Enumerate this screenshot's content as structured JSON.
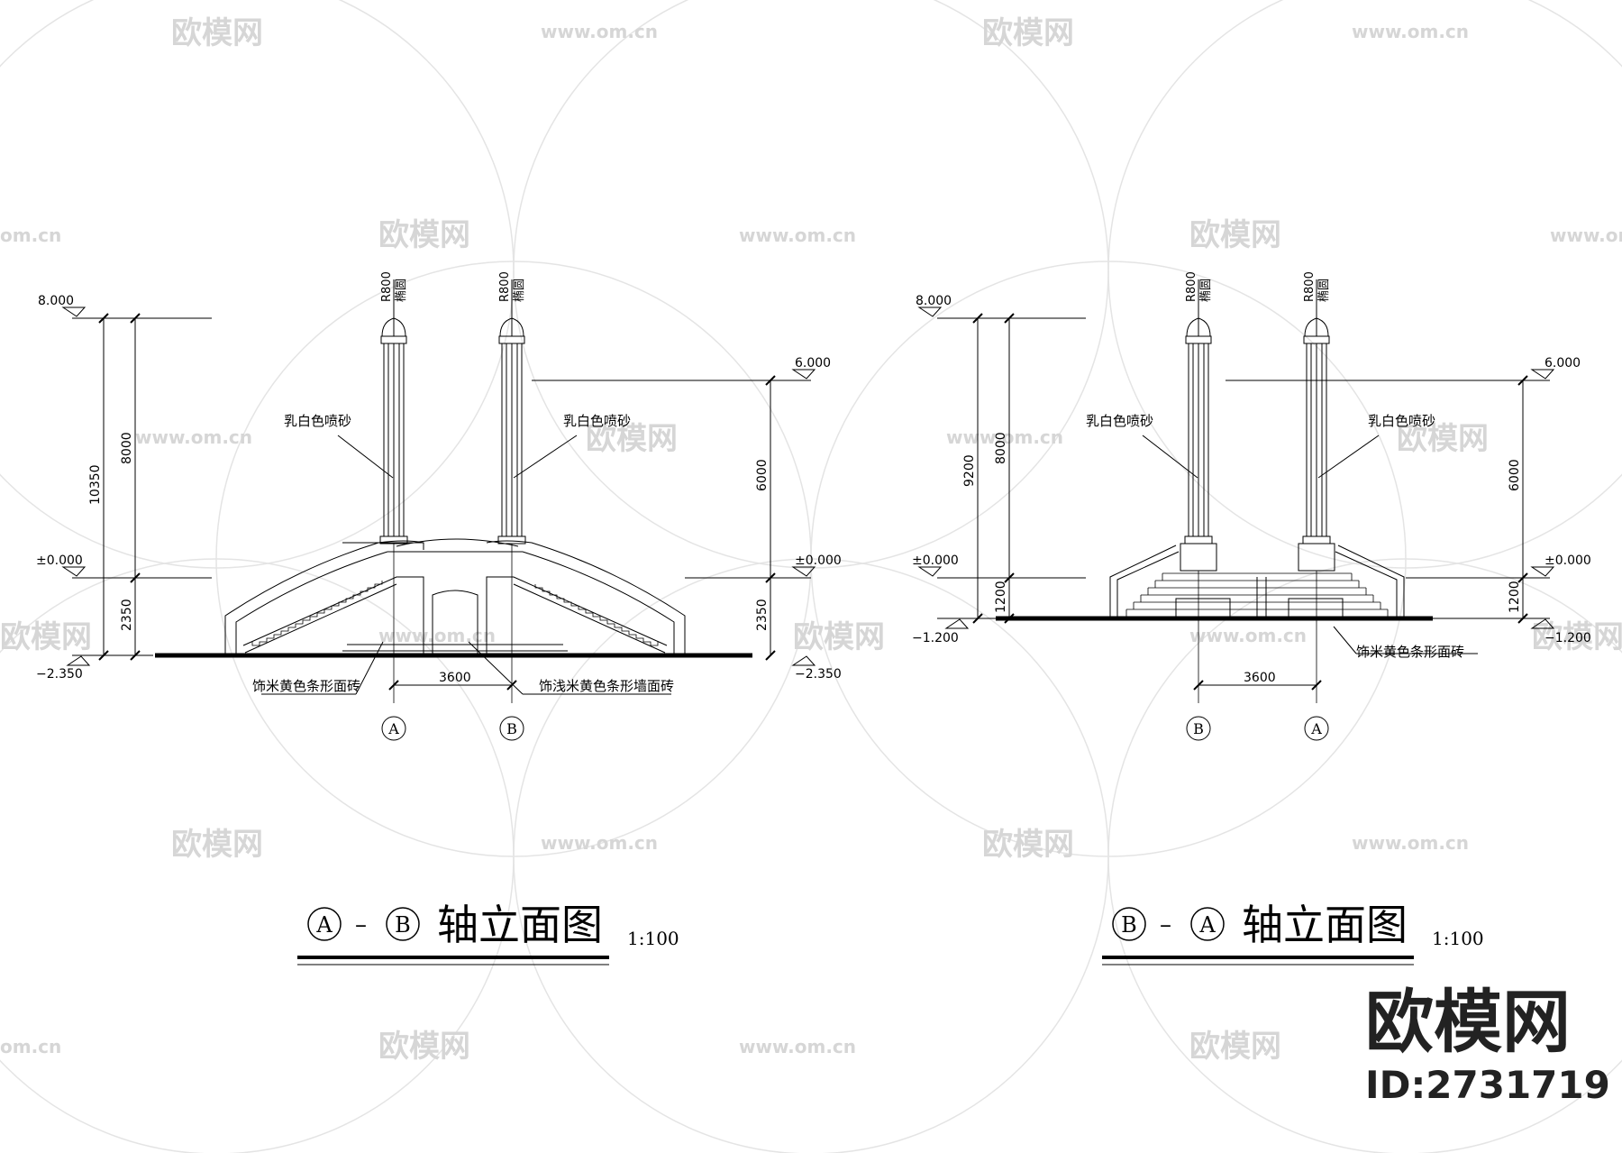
{
  "watermark": {
    "logo_text": "欧模网",
    "url_text": "www.om.cn",
    "url_text_partial": "om.cn"
  },
  "brand": {
    "name": "欧模网",
    "id_label": "ID:2731719"
  },
  "left": {
    "title_axis_1": "A",
    "title_dash": "–",
    "title_axis_2": "B",
    "title_text": "轴立面图",
    "scale": "1:100",
    "elev_top": "8.000",
    "elev_mid_right": "6.000",
    "elev_zero_left": "±0.000",
    "elev_zero_right": "±0.000",
    "elev_bottom_left": "−2.350",
    "elev_bottom_right": "−2.350",
    "dim_total": "10350",
    "dim_upper": "8000",
    "dim_lower_left": "2350",
    "dim_right_upper": "6000",
    "dim_lower_right": "2350",
    "dim_span": "3600",
    "col_top_label_1": "R800",
    "col_top_label_2": "椭圆",
    "note_left": "乳白色喷砂",
    "note_right": "乳白色喷砂",
    "note_floor": "饰米黄色条形面砖",
    "note_wall": "饰浅米黄色条形墙面砖",
    "axis_a": "A",
    "axis_b": "B"
  },
  "right": {
    "title_axis_1": "B",
    "title_dash": "–",
    "title_axis_2": "A",
    "title_text": "轴立面图",
    "scale": "1:100",
    "elev_top": "8.000",
    "elev_mid_right": "6.000",
    "elev_zero_left": "±0.000",
    "elev_zero_right": "±0.000",
    "elev_bottom_left": "−1.200",
    "elev_bottom_right": "−1.200",
    "dim_total": "9200",
    "dim_upper": "8000",
    "dim_lower_left": "1200",
    "dim_right_upper": "6000",
    "dim_lower_right": "1200",
    "dim_span": "3600",
    "col_top_label_1": "R800",
    "col_top_label_2": "椭圆",
    "note_left": "乳白色喷砂",
    "note_right": "乳白色喷砂",
    "note_floor": "饰米黄色条形面砖",
    "axis_b": "B",
    "axis_a": "A"
  }
}
